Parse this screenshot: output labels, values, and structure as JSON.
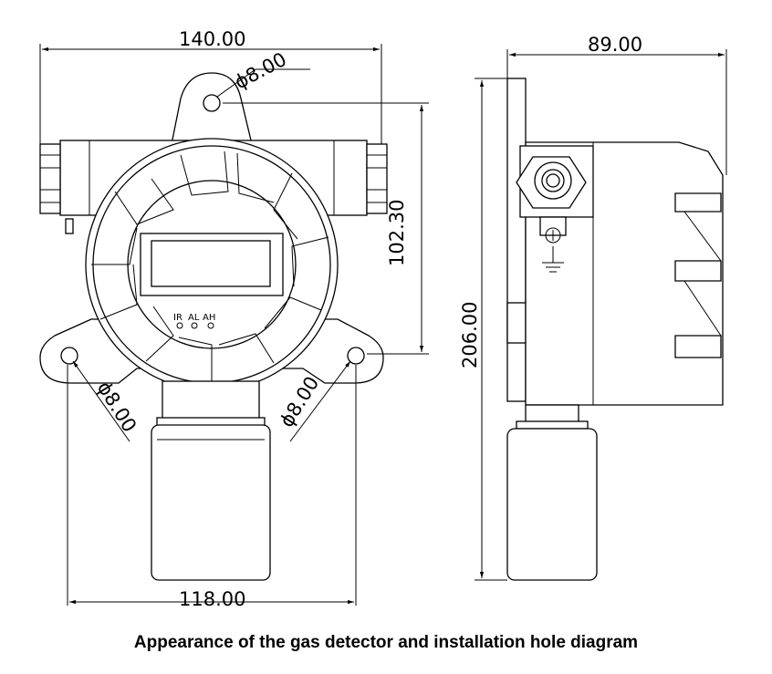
{
  "caption": "Appearance of the gas detector and installation hole diagram",
  "dimensions": {
    "front_width": "140.00",
    "side_depth": "89.00",
    "top_hole_diameter": "ϕ8.00",
    "hole_spacing_vertical": "102.30",
    "overall_height": "206.00",
    "left_hole_diameter": "ϕ8.00",
    "right_hole_diameter": "ϕ8.00",
    "hole_spacing_horizontal": "118.00"
  },
  "indicators": {
    "ir": "IR",
    "al": "AL",
    "ah": "AH"
  }
}
